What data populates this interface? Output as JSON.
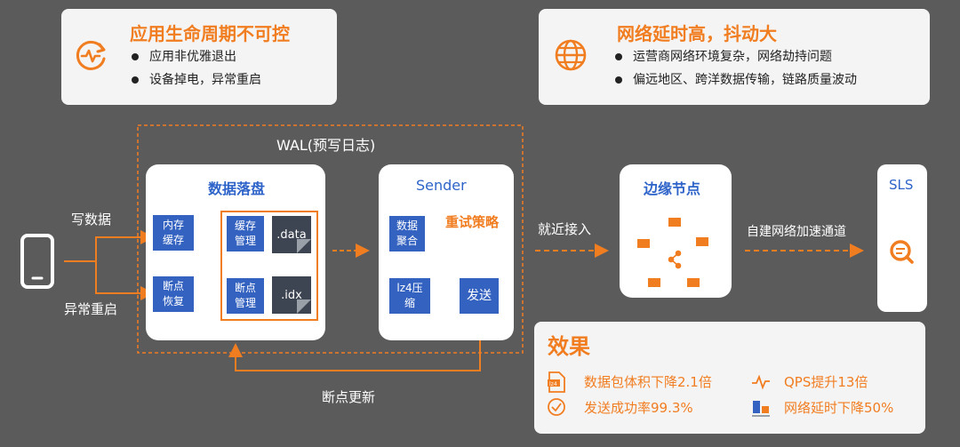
{
  "problem_left": {
    "title": "应用生命周期不可控",
    "bullets": [
      "应用非优雅退出",
      "设备掉电，异常重启"
    ]
  },
  "problem_right": {
    "title": "网络延时高，抖动大",
    "bullets": [
      "运营商网络环境复杂，网络劫持问题",
      "偏远地区、跨洋数据传输，链路质量波动"
    ]
  },
  "wal_label": "WAL(预写日志)",
  "left_labels": {
    "write": "写数据",
    "restart": "异常重启"
  },
  "persist": {
    "title": "数据落盘",
    "mem_cache": "内存\n缓存",
    "breakpoint_recover": "断点\n恢复",
    "cache_manage": "缓存\n管理",
    "breakpoint_manage": "断点\n管理",
    "data_file": ".data",
    "idx_file": ".idx"
  },
  "sender": {
    "title": "Sender",
    "aggregate": "数据\n聚合",
    "compress": "lz4压\n缩",
    "retry": "重试策略",
    "send": "发送"
  },
  "nearby_access": "就近接入",
  "edge": {
    "title": "边缘节点"
  },
  "accel": "自建网络加速通道",
  "sls": {
    "title": "SLS"
  },
  "breakpoint_update": "断点更新",
  "effects": {
    "title": "效果",
    "items": [
      {
        "icon": "lz4-file-icon",
        "text": "数据包体积下降2.1倍"
      },
      {
        "icon": "pulse-icon",
        "text": "QPS提升13倍"
      },
      {
        "icon": "check-circle-icon",
        "text": "发送成功率99.3%"
      },
      {
        "icon": "bar-chart-icon",
        "text": "网络延时下降50%"
      }
    ]
  },
  "colors": {
    "accent": "#f17d21",
    "blue": "#3462c0",
    "bg": "#5b5b5b"
  }
}
